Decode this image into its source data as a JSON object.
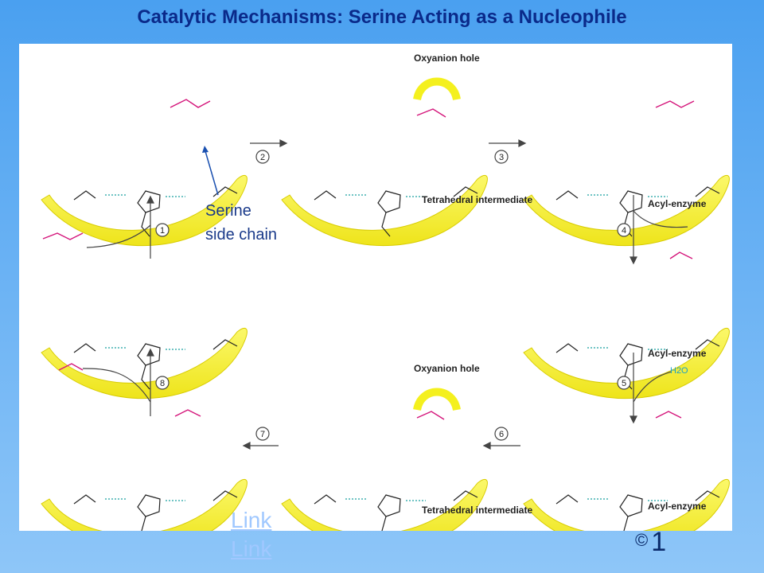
{
  "title": "Catalytic Mechanisms: Serine Acting as a Nucleophile",
  "labels": {
    "oxyanion_hole": "Oxyanion hole",
    "tetrahedral_intermediate": "Tetrahedral intermediate",
    "acyl_enzyme": "Acyl-enzyme",
    "serine_side_chain_line1": "Serine",
    "serine_side_chain_line2": "side chain",
    "h2o": "H2O"
  },
  "steps": [
    "1",
    "2",
    "3",
    "4",
    "5",
    "6",
    "7",
    "8"
  ],
  "links": [
    "Link",
    "Link"
  ],
  "copyright": {
    "symbol": "©",
    "number": "1"
  },
  "colors": {
    "background": "#5aaaf0",
    "title": "#0a2a8a",
    "enzyme_yellow": "#f4f01e",
    "substrate_magenta": "#d4147a",
    "water_cyan": "#1aa0c8"
  }
}
